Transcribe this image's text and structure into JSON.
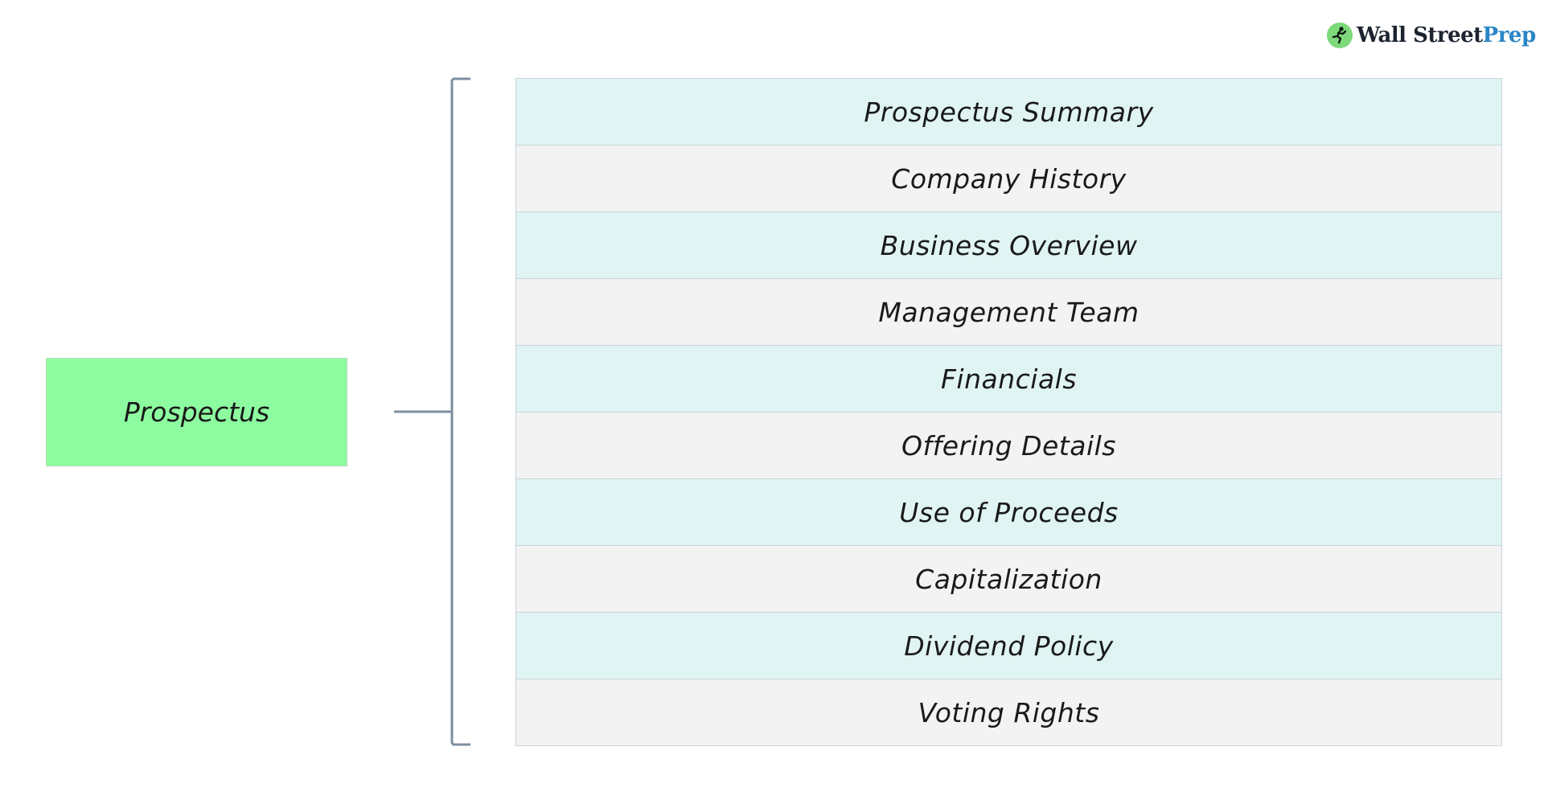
{
  "logo": {
    "text_primary": "Wall Street",
    "text_accent": "Prep",
    "icon": "runner-icon",
    "accent_color": "#2a86c6",
    "mark_color": "#7dd97a"
  },
  "root": {
    "label": "Prospectus",
    "color": "#8dfca0"
  },
  "sections": [
    {
      "label": "Prospectus Summary"
    },
    {
      "label": "Company History"
    },
    {
      "label": "Business Overview"
    },
    {
      "label": "Management Team"
    },
    {
      "label": "Financials"
    },
    {
      "label": "Offering Details"
    },
    {
      "label": "Use of Proceeds"
    },
    {
      "label": "Capitalization"
    },
    {
      "label": "Dividend Policy"
    },
    {
      "label": "Voting Rights"
    }
  ],
  "colors": {
    "row_alt_a": "#e0f5f3",
    "row_alt_b": "#f3f3f3",
    "connector": "#7d8ea0"
  }
}
